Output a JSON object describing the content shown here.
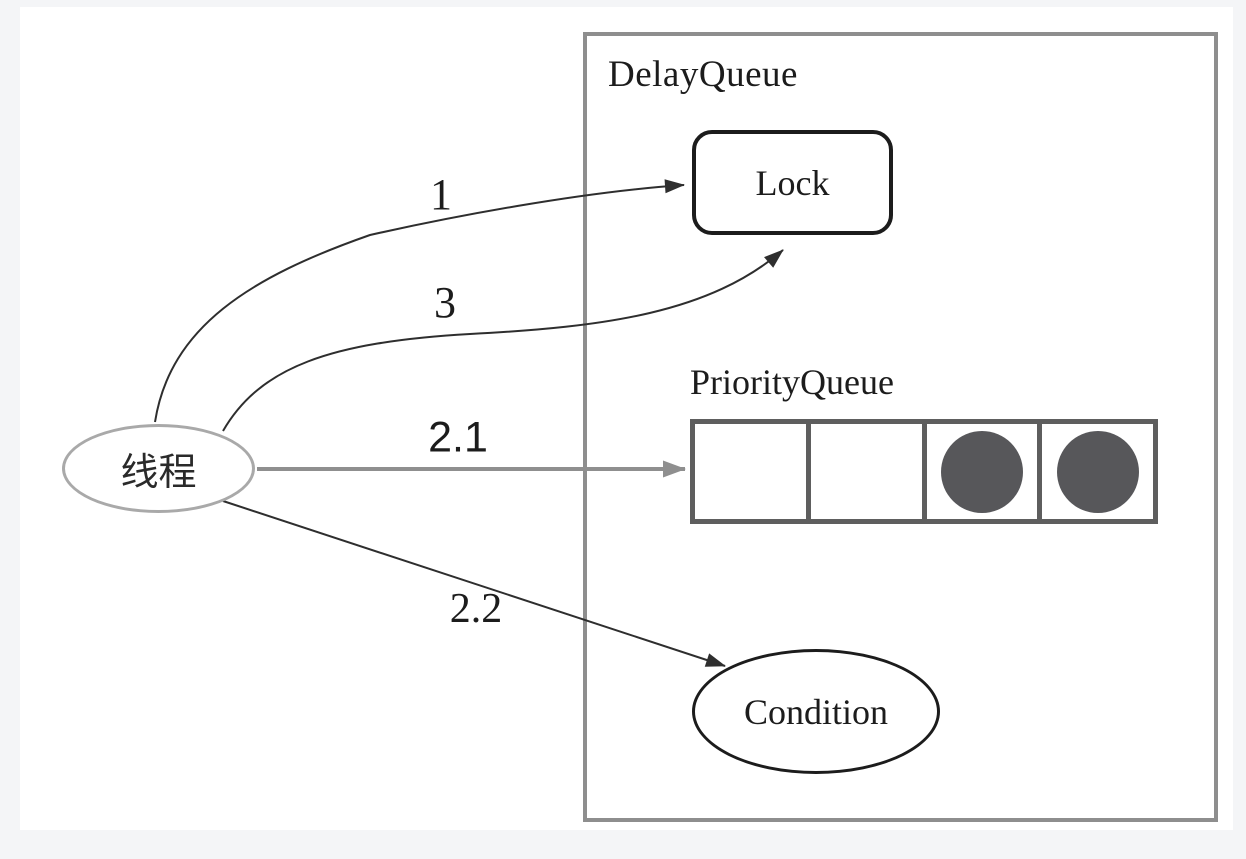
{
  "diagram": {
    "container": {
      "label": "DelayQueue"
    },
    "nodes": {
      "thread": {
        "label": "线程",
        "shape": "ellipse"
      },
      "lock": {
        "label": "Lock",
        "shape": "rounded-rect"
      },
      "priority_queue": {
        "label": "PriorityQueue",
        "shape": "cell-array",
        "cells": [
          {
            "filled": false
          },
          {
            "filled": false
          },
          {
            "filled": true
          },
          {
            "filled": true
          }
        ]
      },
      "condition": {
        "label": "Condition",
        "shape": "ellipse"
      }
    },
    "arrows": [
      {
        "label": "1",
        "from": "thread",
        "to": "lock",
        "style": "thin-curved-black"
      },
      {
        "label": "3",
        "from": "thread",
        "to": "lock",
        "style": "thin-curved-black"
      },
      {
        "label": "2.1",
        "from": "thread",
        "to": "priority_queue",
        "style": "thick-straight-gray"
      },
      {
        "label": "2.2",
        "from": "thread",
        "to": "condition",
        "style": "thin-straight-black"
      }
    ],
    "colors": {
      "outer_background": "#f4f5f7",
      "panel_background": "#ffffff",
      "container_border": "#8e8e8e",
      "dark_border": "#1c1c1c",
      "queue_border": "#5e5e5e",
      "queue_item_fill": "#57575a",
      "thread_border": "#a9a9a9",
      "arrow_black": "#2e2e2e",
      "arrow_gray": "#8f8f8f"
    }
  }
}
